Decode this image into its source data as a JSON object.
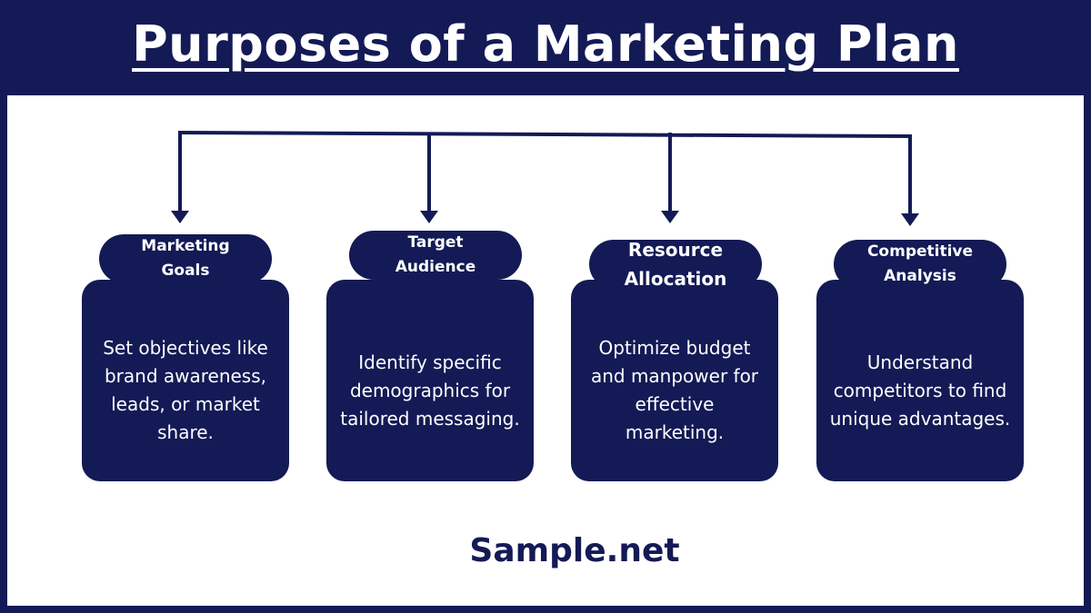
{
  "title": "Purposes of a Marketing Plan",
  "brand": "Sample.net",
  "colors": {
    "navy": "#131a55",
    "white": "#ffffff"
  },
  "items": [
    {
      "heading": "Marketing\nGoals",
      "description": "Set objectives like brand awareness, leads, or market share."
    },
    {
      "heading": "Target\nAudience",
      "description": "Identify specific demographics for tailored messaging."
    },
    {
      "heading": "Resource\nAllocation",
      "description": "Optimize budget and manpower for effective marketing."
    },
    {
      "heading": "Competitive\nAnalysis",
      "description": "Understand competitors to find unique advantages."
    }
  ]
}
